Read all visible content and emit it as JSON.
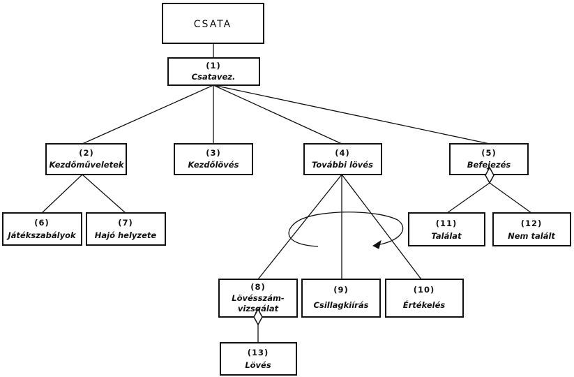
{
  "diagram": {
    "root": {
      "label": "CSATA"
    },
    "nodes": {
      "n1": {
        "num": "(1)",
        "label": "Csatavez."
      },
      "n2": {
        "num": "(2)",
        "label": "Kezdőműveletek"
      },
      "n3": {
        "num": "(3)",
        "label": "Kezdőlövés"
      },
      "n4": {
        "num": "(4)",
        "label": "További lövés"
      },
      "n5": {
        "num": "(5)",
        "label": "Befejezés"
      },
      "n6": {
        "num": "(6)",
        "label": "Játékszabályok"
      },
      "n7": {
        "num": "(7)",
        "label": "Hajó helyzete"
      },
      "n8": {
        "num": "(8)",
        "label_line1": "Lövésszám-",
        "label_line2": "vizsgálat"
      },
      "n9": {
        "num": "(9)",
        "label": "Csillagkiírás"
      },
      "n10": {
        "num": "(10)",
        "label": "Értékelés"
      },
      "n11": {
        "num": "(11)",
        "label": "Találat"
      },
      "n12": {
        "num": "(12)",
        "label": "Nem talált"
      },
      "n13": {
        "num": "(13)",
        "label": "Lövés"
      }
    }
  }
}
